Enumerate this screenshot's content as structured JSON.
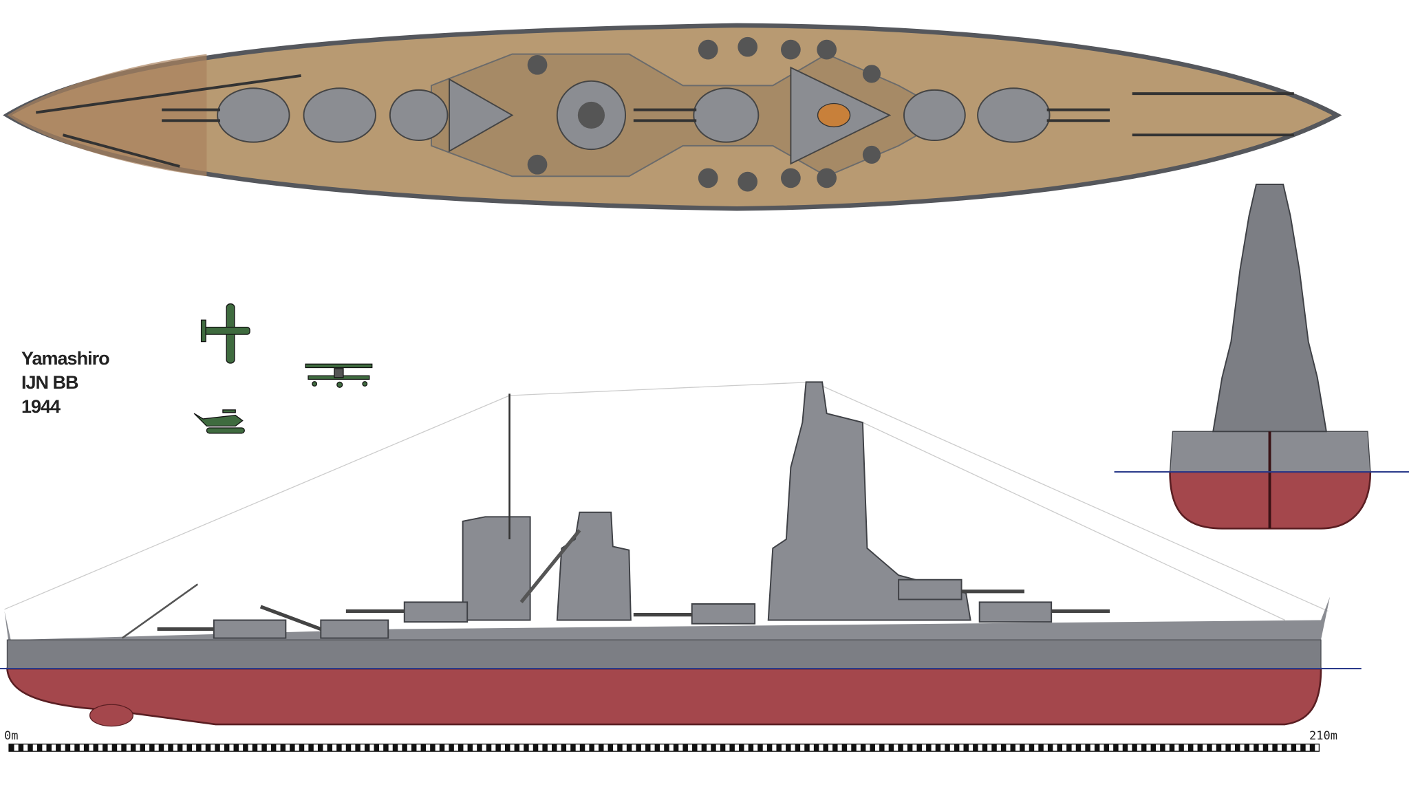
{
  "caption": {
    "name": "Yamashiro",
    "type": "IJN BB",
    "year": "1944"
  },
  "scale": {
    "start_label": "0m",
    "end_label": "210m",
    "length_m": 210,
    "segments": 140
  },
  "colors": {
    "deck": "#b89a72",
    "hull_gray": "#8a8c92",
    "hull_dark": "#5e6066",
    "hull_red": "#a4474c",
    "aircraft_green": "#3f6b3f",
    "waterline": "#2a3a8a"
  }
}
